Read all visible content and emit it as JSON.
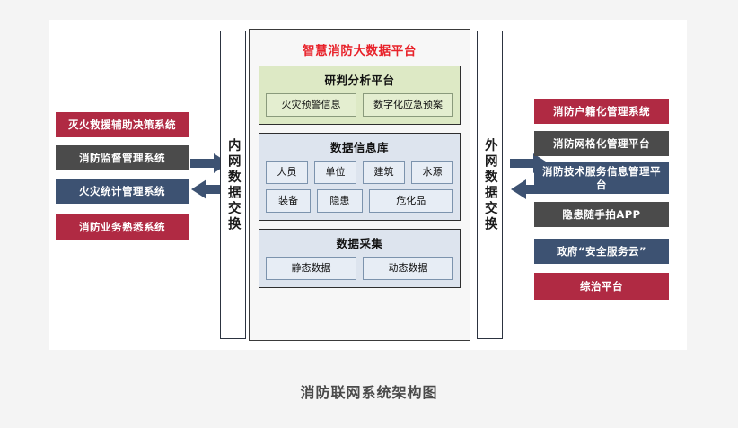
{
  "caption": "消防联网系统架构图",
  "left_column": {
    "items": [
      {
        "label": "灭火救援辅助决策系统",
        "color": "#b02a43"
      },
      {
        "label": "消防监督管理系统",
        "color": "#4b4b4b"
      },
      {
        "label": "火灾统计管理系统",
        "color": "#3d5272"
      },
      {
        "label": "消防业务熟悉系统",
        "color": "#b02a43"
      }
    ]
  },
  "right_column": {
    "items": [
      {
        "label": "消防户籍化管理系统",
        "color": "#b02a43"
      },
      {
        "label": "消防网格化管理平台",
        "color": "#4b4b4b"
      },
      {
        "label": "消防技术服务信息管理平台",
        "color": "#3d5272"
      },
      {
        "label": "隐患随手拍APP",
        "color": "#4b4b4b"
      },
      {
        "label": "政府“安全服务云”",
        "color": "#3d5272"
      },
      {
        "label": "综治平台",
        "color": "#b02a43"
      }
    ]
  },
  "inner_exchange": {
    "label": "内网数据交换"
  },
  "outer_exchange": {
    "label": "外网数据交换"
  },
  "platform": {
    "title": "智慧消防大数据平台",
    "title_color": "#e8222a",
    "sections": [
      {
        "title": "研判分析平台",
        "bg": "#dde9c5",
        "rows": [
          [
            {
              "label": "火灾预警信息"
            },
            {
              "label": "数字化应急预案"
            }
          ]
        ]
      },
      {
        "title": "数据信息库",
        "bg": "#dde4ee",
        "rows": [
          [
            {
              "label": "人员"
            },
            {
              "label": "单位"
            },
            {
              "label": "建筑"
            },
            {
              "label": "水源"
            }
          ],
          [
            {
              "label": "装备"
            },
            {
              "label": "隐患"
            },
            {
              "label": "危化品"
            }
          ]
        ]
      },
      {
        "title": "数据采集",
        "bg": "#dde4ee",
        "rows": [
          [
            {
              "label": "静态数据"
            },
            {
              "label": "动态数据"
            }
          ]
        ]
      }
    ]
  },
  "arrows": {
    "left_to_inner": "arrow-right-icon",
    "inner_to_left": "arrow-left-icon",
    "outer_to_right": "arrow-right-icon",
    "right_to_outer": "arrow-left-icon"
  }
}
